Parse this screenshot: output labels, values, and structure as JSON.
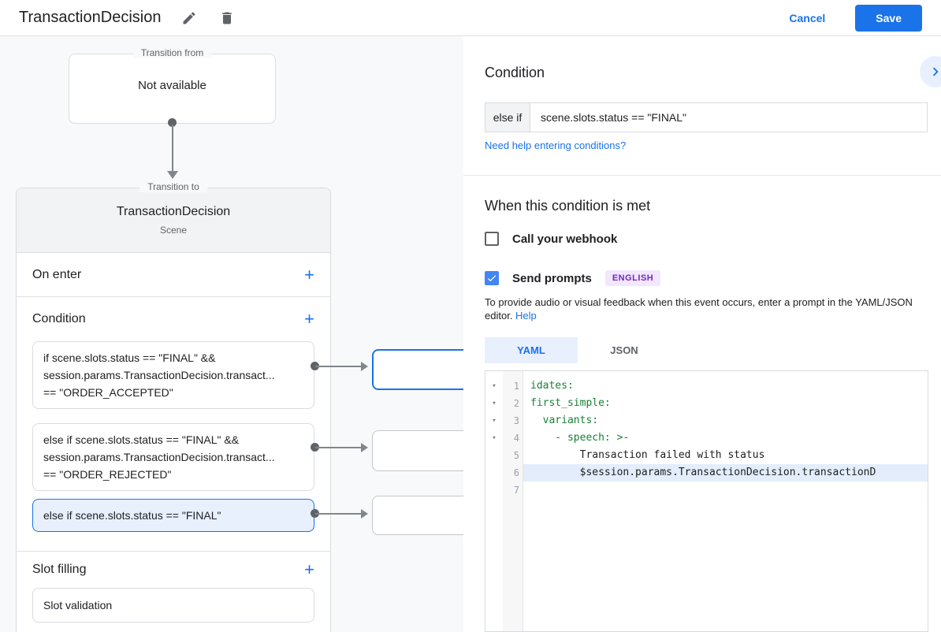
{
  "colors": {
    "accent_blue": "#1a73e8",
    "checkbox_blue": "#4285f4",
    "selected_condition_bg": "#e8f0fe",
    "code_key_green": "#188038",
    "badge_purple_text": "#7627bb",
    "badge_purple_bg": "#f2e7fe",
    "canvas_bg": "#f8f9fa"
  },
  "header": {
    "title": "TransactionDecision",
    "edit_icon": "pencil-icon",
    "delete_icon": "trash-icon",
    "cancel_label": "Cancel",
    "save_label": "Save"
  },
  "flow": {
    "transition_from": {
      "legend": "Transition from",
      "value": "Not available"
    },
    "scene_card": {
      "legend": "Transition to",
      "title": "TransactionDecision",
      "subtitle": "Scene",
      "on_enter_label": "On enter",
      "condition_label": "Condition",
      "slot_filling_label": "Slot filling",
      "add_icon": "+",
      "conditions": [
        {
          "selected": false,
          "lines": [
            "if scene.slots.status == \"FINAL\" &&",
            "session.params.TransactionDecision.transact...",
            "== \"ORDER_ACCEPTED\""
          ]
        },
        {
          "selected": false,
          "lines": [
            "else if scene.slots.status == \"FINAL\" &&",
            "session.params.TransactionDecision.transact...",
            "== \"ORDER_REJECTED\""
          ]
        },
        {
          "selected": true,
          "lines": [
            "else if scene.slots.status == \"FINAL\""
          ]
        }
      ],
      "slot_items": [
        "Slot validation"
      ]
    }
  },
  "panel": {
    "condition_heading": "Condition",
    "condition_prefix": "else if",
    "condition_value": "scene.slots.status == \"FINAL\"",
    "help_link": "Need help entering conditions?",
    "when_heading": "When this condition is met",
    "webhook_label": "Call your webhook",
    "prompts_label": "Send prompts",
    "language_badge": "ENGLISH",
    "editor_hint": "To provide audio or visual feedback when this event occurs, enter a prompt in the YAML/JSON editor. ",
    "editor_hint_link": "Help",
    "tabs": [
      {
        "label": "YAML",
        "active": true
      },
      {
        "label": "JSON",
        "active": false
      }
    ],
    "code": {
      "lines": [
        {
          "num": 1,
          "fold": true,
          "highlight": false,
          "type": "key",
          "text": "idates:"
        },
        {
          "num": 2,
          "fold": true,
          "highlight": false,
          "type": "key",
          "text": "first_simple:"
        },
        {
          "num": 3,
          "fold": true,
          "highlight": false,
          "type": "key",
          "text": "  variants:"
        },
        {
          "num": 4,
          "fold": true,
          "highlight": false,
          "type": "key",
          "text": "    - speech: >-"
        },
        {
          "num": 5,
          "fold": false,
          "highlight": false,
          "type": "plain",
          "text": "        Transaction failed with status"
        },
        {
          "num": 6,
          "fold": false,
          "highlight": true,
          "type": "plain",
          "text": "        $session.params.TransactionDecision.transactionD"
        },
        {
          "num": 7,
          "fold": false,
          "highlight": false,
          "type": "plain",
          "text": ""
        }
      ]
    }
  }
}
